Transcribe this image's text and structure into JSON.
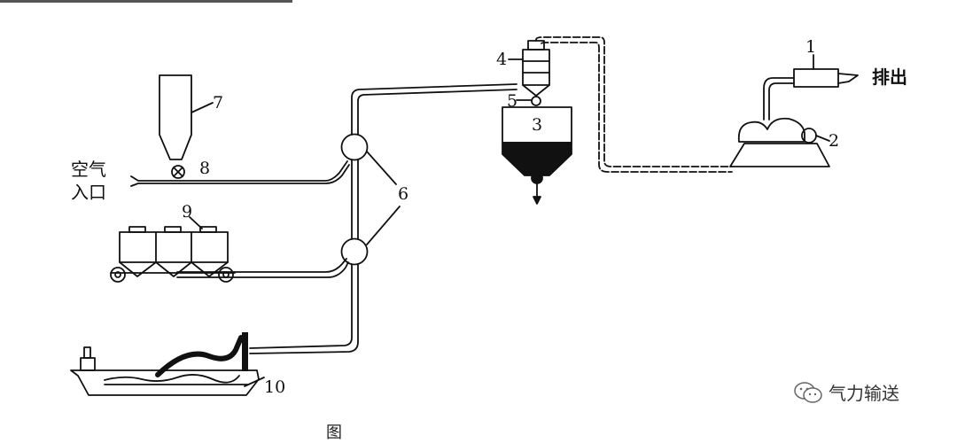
{
  "labels": {
    "n1": "1",
    "n2": "2",
    "n3": "3",
    "n4": "4",
    "n5": "5",
    "n6": "6",
    "n7": "7",
    "n8": "8",
    "n9": "9",
    "n10": "10"
  },
  "text": {
    "air_inlet_line1": "空气",
    "air_inlet_line2": "入口",
    "exhaust": "排出"
  },
  "watermark": {
    "text": "气力输送"
  },
  "caption": {
    "text": "图 "
  }
}
